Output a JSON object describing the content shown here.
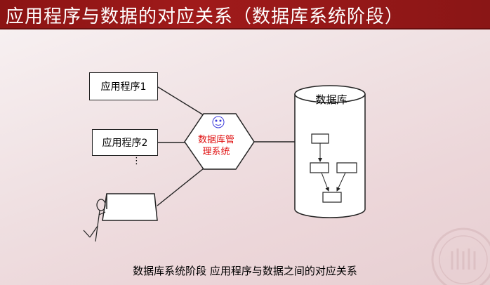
{
  "header": {
    "title": "应用程序与数据的对应关系（数据库系统阶段）"
  },
  "diagram": {
    "app_1": "应用程序1",
    "app_2": "应用程序2",
    "more": "⋮",
    "dbms_line_1": "数据库管",
    "dbms_line_2": "理系统",
    "database": "数据库"
  },
  "caption": "数据库系统阶段 应用程序与数据之间的对应关系",
  "colors": {
    "header": "#9a1818",
    "dbms_text": "#e01010",
    "smiley": "#3a3adb"
  },
  "icons": [
    "smiley-face-icon",
    "stick-figure-user-icon",
    "computer-terminal-icon",
    "university-seal-watermark"
  ]
}
